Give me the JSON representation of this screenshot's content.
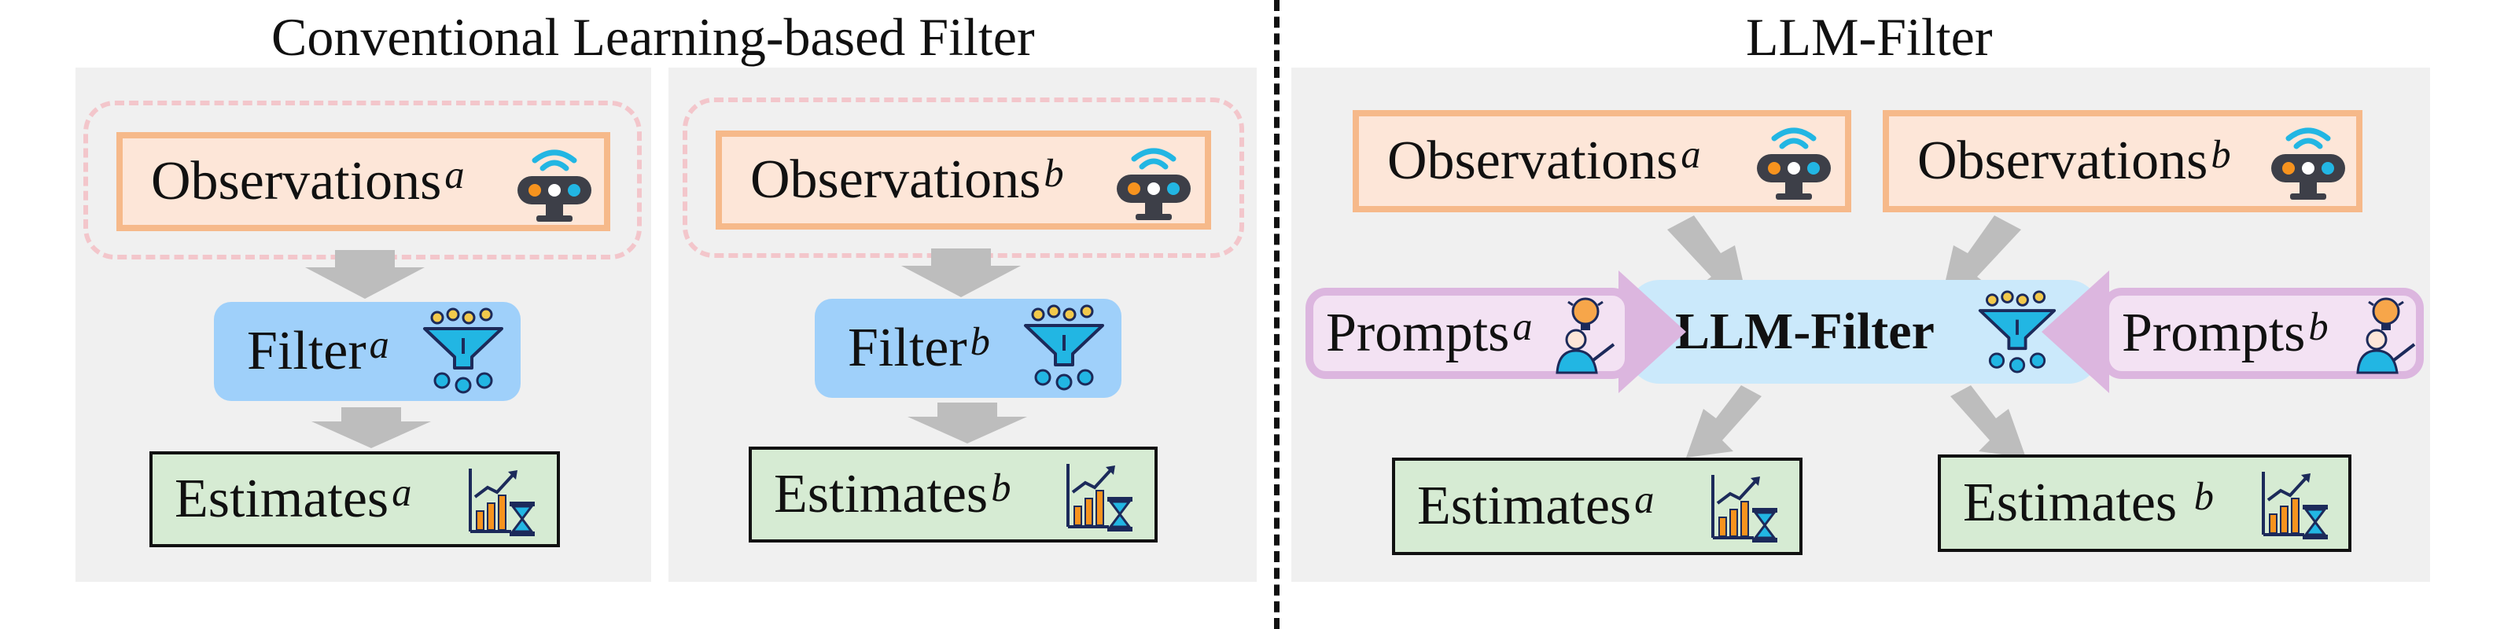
{
  "titles": {
    "conventional": "Conventional Learning-based Filter",
    "llm": "LLM-Filter"
  },
  "panel_a": {
    "observations": {
      "label": "Observations",
      "sup": "a"
    },
    "filter": {
      "label": "Filter",
      "sup": "a"
    },
    "estimates": {
      "label": "Estimates",
      "sup": "a"
    }
  },
  "panel_b": {
    "observations": {
      "label": "Observations",
      "sup": "b"
    },
    "filter": {
      "label": "Filter",
      "sup": "b"
    },
    "estimates": {
      "label": "Estimates",
      "sup": "b"
    }
  },
  "panel_llm": {
    "observations_a": {
      "label": "Observations",
      "sup": "a"
    },
    "observations_b": {
      "label": "Observations",
      "sup": "b"
    },
    "prompts_a": {
      "label": "Prompts",
      "sup": "a"
    },
    "prompts_b": {
      "label": "Prompts",
      "sup": "b"
    },
    "center": "LLM-Filter",
    "estimates_a": {
      "label": "Estimates",
      "sup": "a"
    },
    "estimates_b": {
      "label": "Estimates ",
      "sup": "b"
    }
  },
  "colors": {
    "panel_bg": "#f0f0f0",
    "observation_fill": "#fde6d8",
    "observation_border": "#f6b98a",
    "filter_fill": "#9fd0fa",
    "estimate_fill": "#d6ebd3",
    "prompt_fill": "#f3e2f3",
    "prompt_border": "#dcb6df",
    "llm_fill": "#cbe9fb",
    "arrow": "#bdbdbd"
  },
  "icons": [
    "sensor-icon",
    "funnel-filter-icon",
    "chart-hourglass-icon",
    "lightbulb-person-icon"
  ]
}
